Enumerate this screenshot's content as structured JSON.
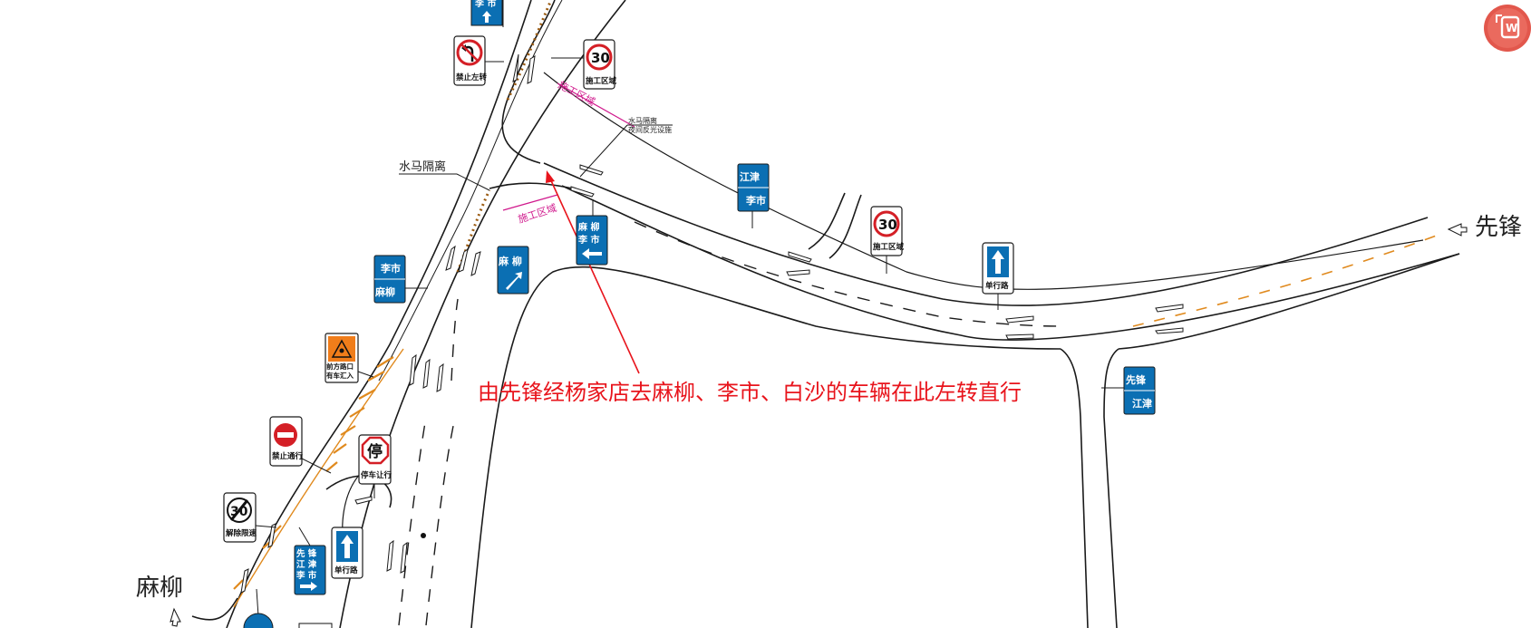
{
  "places": {
    "xianfeng": "先锋",
    "maliu": "麻柳"
  },
  "note": "由先锋经杨家店去麻柳、李市、白沙的车辆在此左转直行",
  "labels": {
    "barrier_left": "水马隔离",
    "barrier_right_line1": "水马隔离",
    "barrier_right_line2": "夜间反光设施",
    "work_zone": "施工区域"
  },
  "signs": {
    "speed_value": "30",
    "work_zone_caption": "施工区域",
    "no_left_turn": "禁止左转",
    "one_way": "单行路",
    "no_entry": "禁止通行",
    "stop_char": "停",
    "stop_caption": "停车让行",
    "end_limit": "解除限速",
    "merge_warn_line1": "前方路口",
    "merge_warn_line2": "有车汇入",
    "top_partial": "李 市",
    "jiangjin": "江津",
    "lishi": "李市",
    "maliu": "麻柳",
    "maliu_wide": "麻 柳",
    "maliu_lishi_l1": "麻 柳",
    "maliu_lishi_l2": "李 市",
    "xianfeng": "先锋",
    "stack_l1": "先 锋",
    "stack_l2": "江 津",
    "stack_l3": "李 市"
  },
  "icons": [
    "app-launcher-icon",
    "arrow-up-icon",
    "arrow-right-icon",
    "arrow-left-icon",
    "arrow-up-right-icon",
    "no-left-turn-icon",
    "no-entry-icon",
    "hollow-arrow-icon"
  ],
  "colors": {
    "guide_blue": "#0b6fb3",
    "annotation_red": "#e8141c",
    "work_zone_pink": "#d0188c",
    "hatching_orange": "#e08a1e"
  }
}
